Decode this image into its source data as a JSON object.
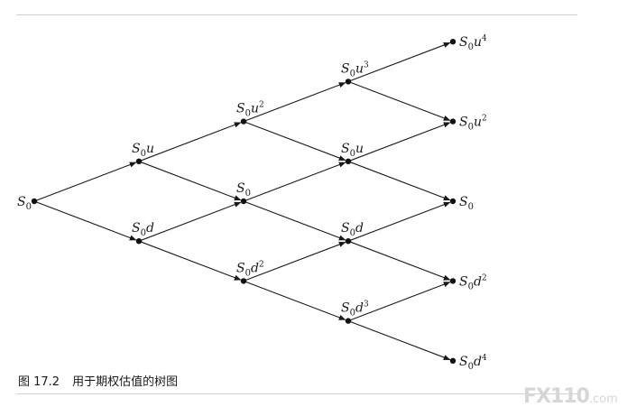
{
  "nodes": [
    {
      "id": "n00",
      "step": 0,
      "level": 0,
      "base": "S",
      "sub": "0",
      "fac": "",
      "exp": ""
    },
    {
      "id": "n11",
      "step": 1,
      "level": 1,
      "base": "S",
      "sub": "0",
      "fac": "u",
      "exp": ""
    },
    {
      "id": "n1m",
      "step": 1,
      "level": -1,
      "base": "S",
      "sub": "0",
      "fac": "d",
      "exp": ""
    },
    {
      "id": "n22",
      "step": 2,
      "level": 2,
      "base": "S",
      "sub": "0",
      "fac": "u",
      "exp": "2"
    },
    {
      "id": "n20",
      "step": 2,
      "level": 0,
      "base": "S",
      "sub": "0",
      "fac": "",
      "exp": ""
    },
    {
      "id": "n2m",
      "step": 2,
      "level": -2,
      "base": "S",
      "sub": "0",
      "fac": "d",
      "exp": "2"
    },
    {
      "id": "n33",
      "step": 3,
      "level": 3,
      "base": "S",
      "sub": "0",
      "fac": "u",
      "exp": "3"
    },
    {
      "id": "n31",
      "step": 3,
      "level": 1,
      "base": "S",
      "sub": "0",
      "fac": "u",
      "exp": ""
    },
    {
      "id": "n3m1",
      "step": 3,
      "level": -1,
      "base": "S",
      "sub": "0",
      "fac": "d",
      "exp": ""
    },
    {
      "id": "n3m3",
      "step": 3,
      "level": -3,
      "base": "S",
      "sub": "0",
      "fac": "d",
      "exp": "3"
    },
    {
      "id": "n44",
      "step": 4,
      "level": 4,
      "base": "S",
      "sub": "0",
      "fac": "u",
      "exp": "4"
    },
    {
      "id": "n42",
      "step": 4,
      "level": 2,
      "base": "S",
      "sub": "0",
      "fac": "u",
      "exp": "2"
    },
    {
      "id": "n40",
      "step": 4,
      "level": 0,
      "base": "S",
      "sub": "0",
      "fac": "",
      "exp": ""
    },
    {
      "id": "n4m2",
      "step": 4,
      "level": -2,
      "base": "S",
      "sub": "0",
      "fac": "d",
      "exp": "2"
    },
    {
      "id": "n4m4",
      "step": 4,
      "level": -4,
      "base": "S",
      "sub": "0",
      "fac": "d",
      "exp": "4"
    }
  ],
  "caption": {
    "number": "图 17.2",
    "text": "用于期权估值的树图"
  },
  "watermark": {
    "brand": "FX110",
    "suffix": ".com"
  }
}
